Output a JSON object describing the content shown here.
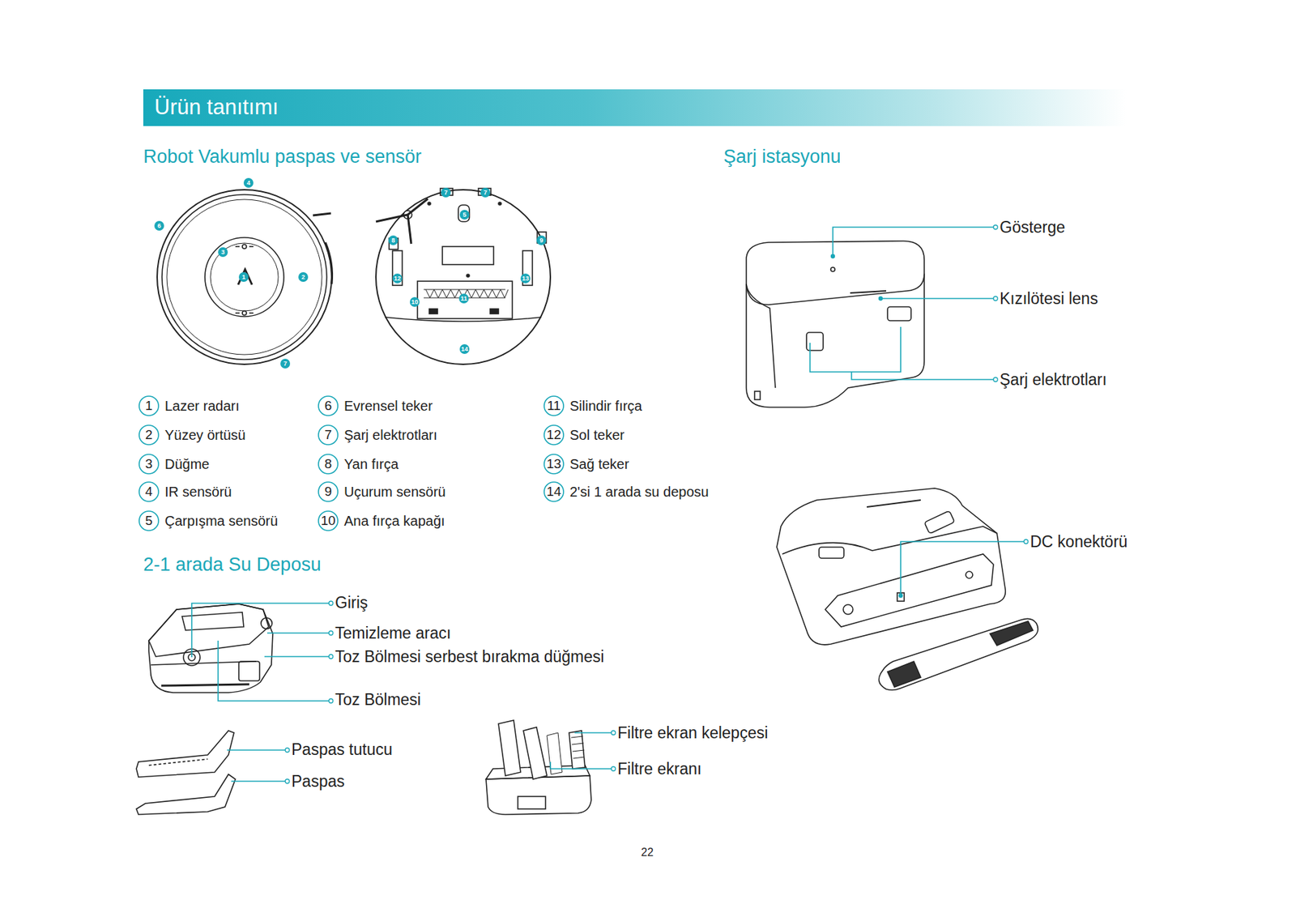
{
  "diagram": {
    "title": "Ürün tanıtımı",
    "nodes": [
      {
        "text": [
          "1",
          "Lazer radarı"
        ]
      },
      {
        "text": [
          "2",
          "Yüzey örtüsü"
        ]
      },
      {
        "text": [
          "3",
          "Düğme"
        ]
      },
      {
        "text": [
          "4",
          "IR sensörü"
        ]
      },
      {
        "text": [
          "5",
          "Çarpışma sensörü"
        ]
      },
      {
        "text": [
          "6",
          "Evrensel teker"
        ]
      },
      {
        "text": [
          "7",
          "Şarj elektrotları"
        ]
      },
      {
        "text": [
          "8",
          "Yan fırça"
        ]
      },
      {
        "text": [
          "9",
          "Uçurum sensörü"
        ]
      },
      {
        "text": [
          "10",
          "Ana fırça kapağı"
        ]
      },
      {
        "text": [
          "11",
          "Silindir fırça"
        ]
      },
      {
        "text": [
          "12",
          "Sol teker"
        ]
      },
      {
        "text": [
          "13",
          "Sağ teker"
        ]
      },
      {
        "text": [
          "14",
          "2'si 1 arada su deposu"
        ]
      }
    ],
    "labels": [
      "Robot Vakumlu paspas ve sensör",
      "Şarj istasyonu",
      "2-1 arada Su Deposu",
      "4",
      "6",
      "3",
      "1",
      "2",
      "7",
      "7",
      "7",
      "5",
      "8",
      "9",
      "12",
      "13",
      "11",
      "10",
      "14",
      "Giriş",
      "Temizleme aracı",
      "Toz Bölmesi serbest bırakma düğmesi",
      "Toz Bölmesi",
      "Paspas tutucu",
      "Paspas",
      "Filtre ekran kelepçesi",
      "Filtre ekranı",
      "Gösterge",
      "Kızılötesi lens",
      "Şarj elektrotları",
      "DC konektörü",
      "22"
    ]
  }
}
